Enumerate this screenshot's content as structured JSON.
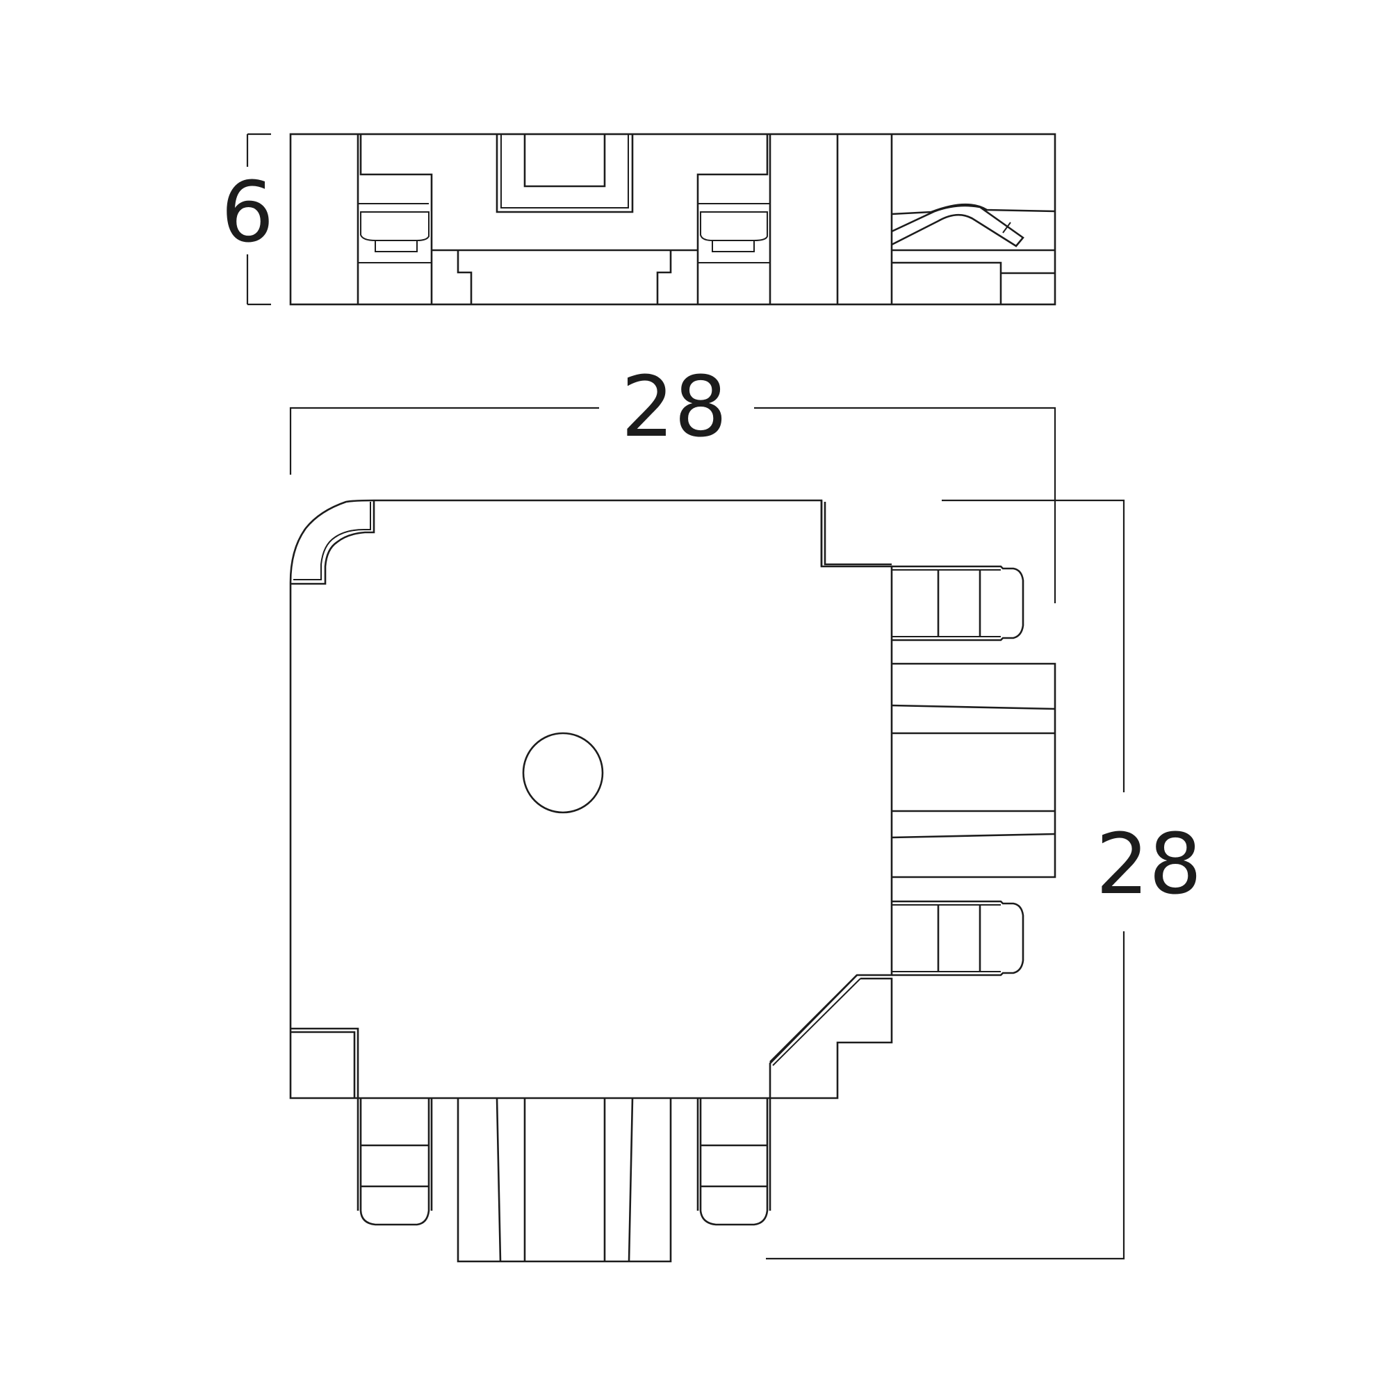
{
  "dimensions": {
    "height": "6",
    "width": "28",
    "depth": "28"
  }
}
